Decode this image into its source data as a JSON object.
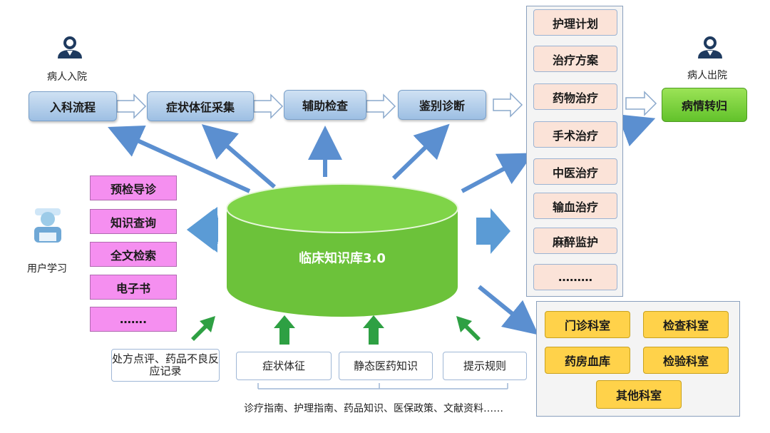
{
  "flow": {
    "admission_caption": "病人入院",
    "discharge_caption": "病人出院",
    "steps": [
      "入科流程",
      "症状体征采集",
      "辅助检查",
      "鉴别诊断"
    ],
    "final_step": "病情转归"
  },
  "treatments": [
    "护理计划",
    "治疗方案",
    "药物治疗",
    "手术治疗",
    "中医治疗",
    "输血治疗",
    "麻醉监护",
    "………"
  ],
  "database": {
    "label": "临床知识库3.0",
    "color": "#6cc23a"
  },
  "user_learning": {
    "caption": "用户学习",
    "items": [
      "预检导诊",
      "知识查询",
      "全文检索",
      "电子书",
      "……."
    ]
  },
  "departments": [
    "门诊科室",
    "检查科室",
    "药房血库",
    "检验科室",
    "其他科室"
  ],
  "inputs": {
    "items": [
      "处方点评、药品不良反应记录",
      "症状体征",
      "静态医药知识",
      "提示规则"
    ],
    "sources_caption": "诊疗指南、护理指南、药品知识、医保政策、文献资料……"
  },
  "colors": {
    "arrow_blue": "#5b8fd0",
    "arrow_green": "#2ea043",
    "accent_pink": "#f58ff0",
    "accent_yellow": "#ffd24a"
  }
}
